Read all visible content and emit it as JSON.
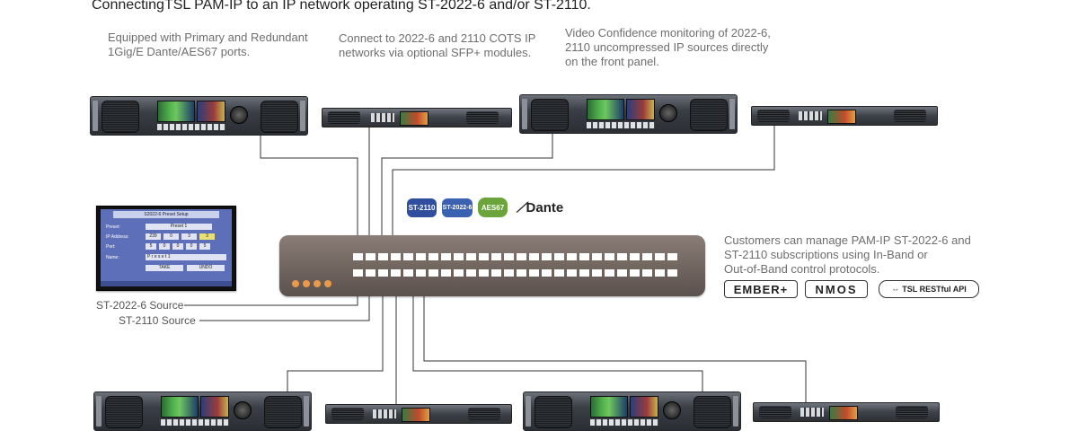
{
  "title": "ConnectingTSL PAM-IP to an IP network operating ST-2022-6 and/or ST-2110.",
  "captions": {
    "ports": "Equipped with Primary and Redundant\n1Gig/E Dante/AES67 ports.",
    "sfp": "Connect to 2022-6 and 2110 COTS IP\nnetworks via optional SFP+ modules.",
    "monitoring": "Video Confidence monitoring of 2022-6,\n2110 uncompressed IP sources directly\non the front panel.",
    "control": "Customers can manage PAM-IP ST-2022-6 and\nST-2110 subscriptions using In-Band or\nOut-of-Band control protocols."
  },
  "labels": {
    "source_2022": "ST-2022-6 Source",
    "source_2110": "ST-2110 Source"
  },
  "badges": {
    "st2110": "ST-2110",
    "st2022": "ST-2022-6",
    "aes67": "AES67",
    "dante": "Dante"
  },
  "protocols": {
    "ember": "EMBER+",
    "nmos": "NMOS",
    "restful": "TSL RESTful API"
  },
  "preset_screen": {
    "header": "S2022-6 Preset Setup",
    "preset_label": "Preset:",
    "preset_value": "Preset 1",
    "ip_label": "IP Address:",
    "ip_values": [
      "239",
      "0",
      "3",
      "3"
    ],
    "port_label": "Port:",
    "port_values": [
      "5",
      "0",
      "0",
      "0",
      "5"
    ],
    "name_label": "Name:",
    "name_value": "P r e s e t 1",
    "take": "TAKE",
    "undo": "UNDO"
  },
  "colors": {
    "badge_2110": "#2f4f9e",
    "badge_2022": "#3b62b0",
    "badge_aes67": "#6aa43a",
    "switch_led": "#e89a4a",
    "line": "#333333"
  }
}
